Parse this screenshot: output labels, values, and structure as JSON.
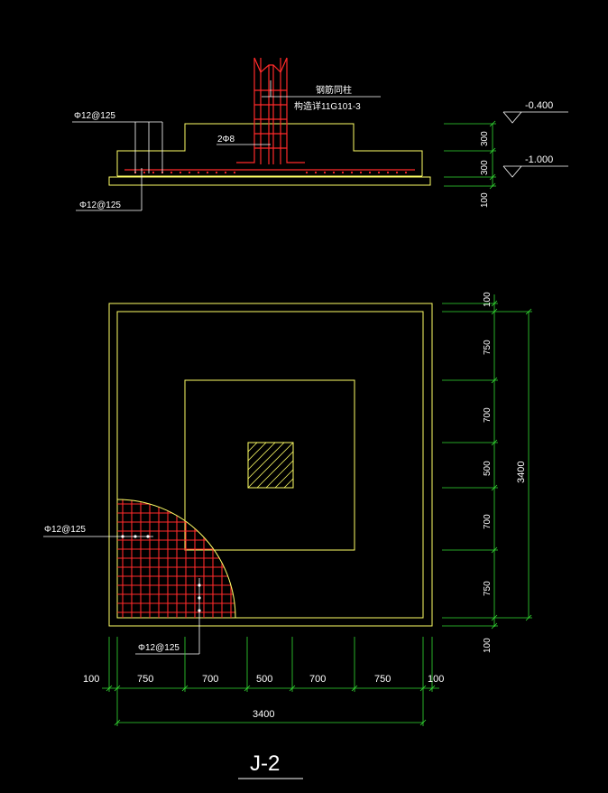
{
  "colors": {
    "background": "#000000",
    "outline": "#ffff66",
    "rebar": "#ff2a2a",
    "dimension": "#33dd33",
    "text": "#ffffff"
  },
  "section": {
    "column_label_1": "钢筋同柱",
    "column_label_2": "构造详11G101-3",
    "rebar_top_left": "Φ12@125",
    "rebar_bottom_left": "Φ12@125",
    "stirrup_label": "2Φ8",
    "elev_top": "-0.400",
    "elev_bottom": "-1.000",
    "dim_300_top": "300",
    "dim_300_bottom": "300",
    "dim_100": "100"
  },
  "plan": {
    "rebar_h_label": "Φ12@125",
    "rebar_v_label": "Φ12@125",
    "right_dims": [
      "100",
      "750",
      "700",
      "500",
      "700",
      "750",
      "100"
    ],
    "right_total": "3400",
    "bottom_dims": [
      "100",
      "750",
      "700",
      "500",
      "700",
      "750",
      "100"
    ],
    "bottom_total": "3400",
    "title": "J-2"
  }
}
